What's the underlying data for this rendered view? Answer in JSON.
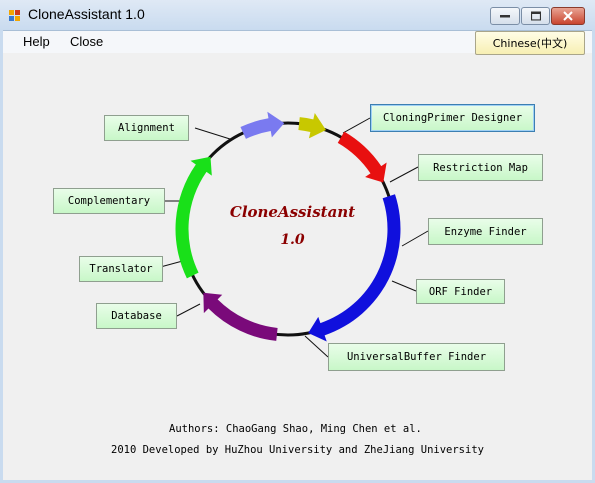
{
  "window": {
    "title": "CloneAssistant 1.0"
  },
  "menu": {
    "help": "Help",
    "close": "Close"
  },
  "language_button": "Chinese(中文)",
  "buttons": {
    "alignment": "Alignment",
    "complementary": "Complementary",
    "translator": "Translator",
    "database": "Database",
    "cloning_primer_designer": "CloningPrimer Designer",
    "restriction_map": "Restriction Map",
    "enzyme_finder": "Enzyme Finder",
    "orf_finder": "ORF Finder",
    "universal_buffer_finder": "UniversalBuffer Finder"
  },
  "center": {
    "title": "CloneAssistant",
    "version": "1.0"
  },
  "footer": {
    "authors": "Authors: ChaoGang Shao, Ming Chen et al.",
    "developed": "2010  Developed by HuZhou University and ZheJiang University"
  },
  "colors": {
    "segment_red": "#e81010",
    "segment_yellow": "#c8c800",
    "segment_blue": "#1010dd",
    "segment_purple": "#7a0a7a",
    "segment_green": "#19e019",
    "segment_periwinkle": "#7a7af0",
    "center_text": "#8b0000",
    "button_bg": "#cff8cf"
  }
}
